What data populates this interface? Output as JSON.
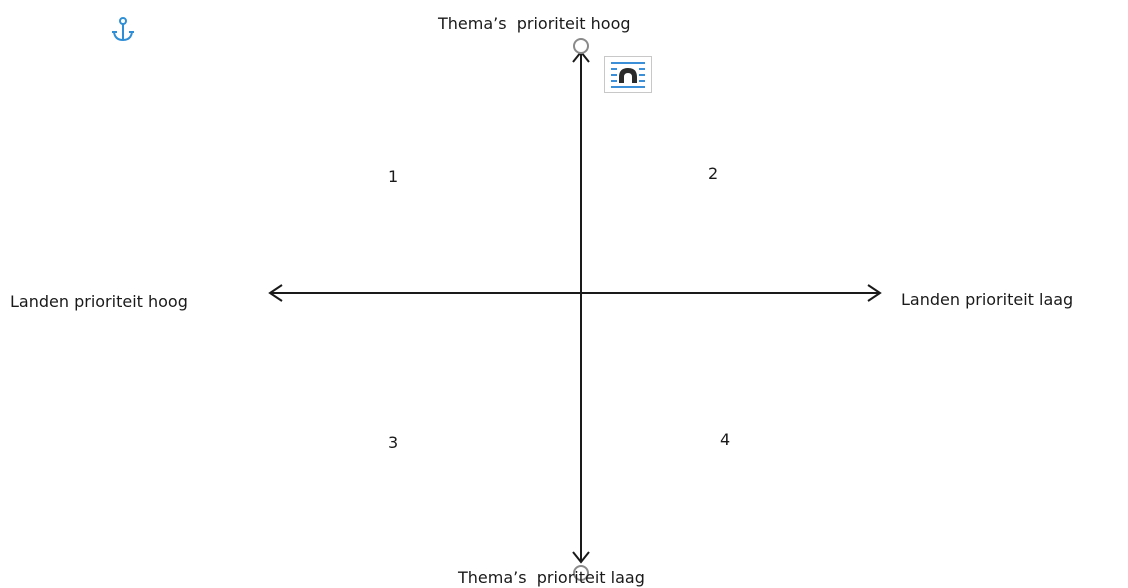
{
  "labels": {
    "top": "Thema’s  prioriteit hoog",
    "bottom": "Thema’s  prioriteit laag",
    "left": "Landen prioriteit hoog",
    "right": "Landen prioriteit laag"
  },
  "quadrants": {
    "q1": "1",
    "q2": "2",
    "q3": "3",
    "q4": "4"
  },
  "icons": {
    "anchor": "anchor-icon",
    "layout_options": "text-wrap-layout-icon",
    "top_handle": "resize-handle-icon",
    "bottom_handle": "resize-handle-icon"
  },
  "colors": {
    "axis": "#1a1a1a",
    "anchor": "#2f8fd6",
    "icon_blue": "#3a8fd8",
    "icon_dark": "#2b2b2b",
    "handle": "#8a8a8a"
  }
}
